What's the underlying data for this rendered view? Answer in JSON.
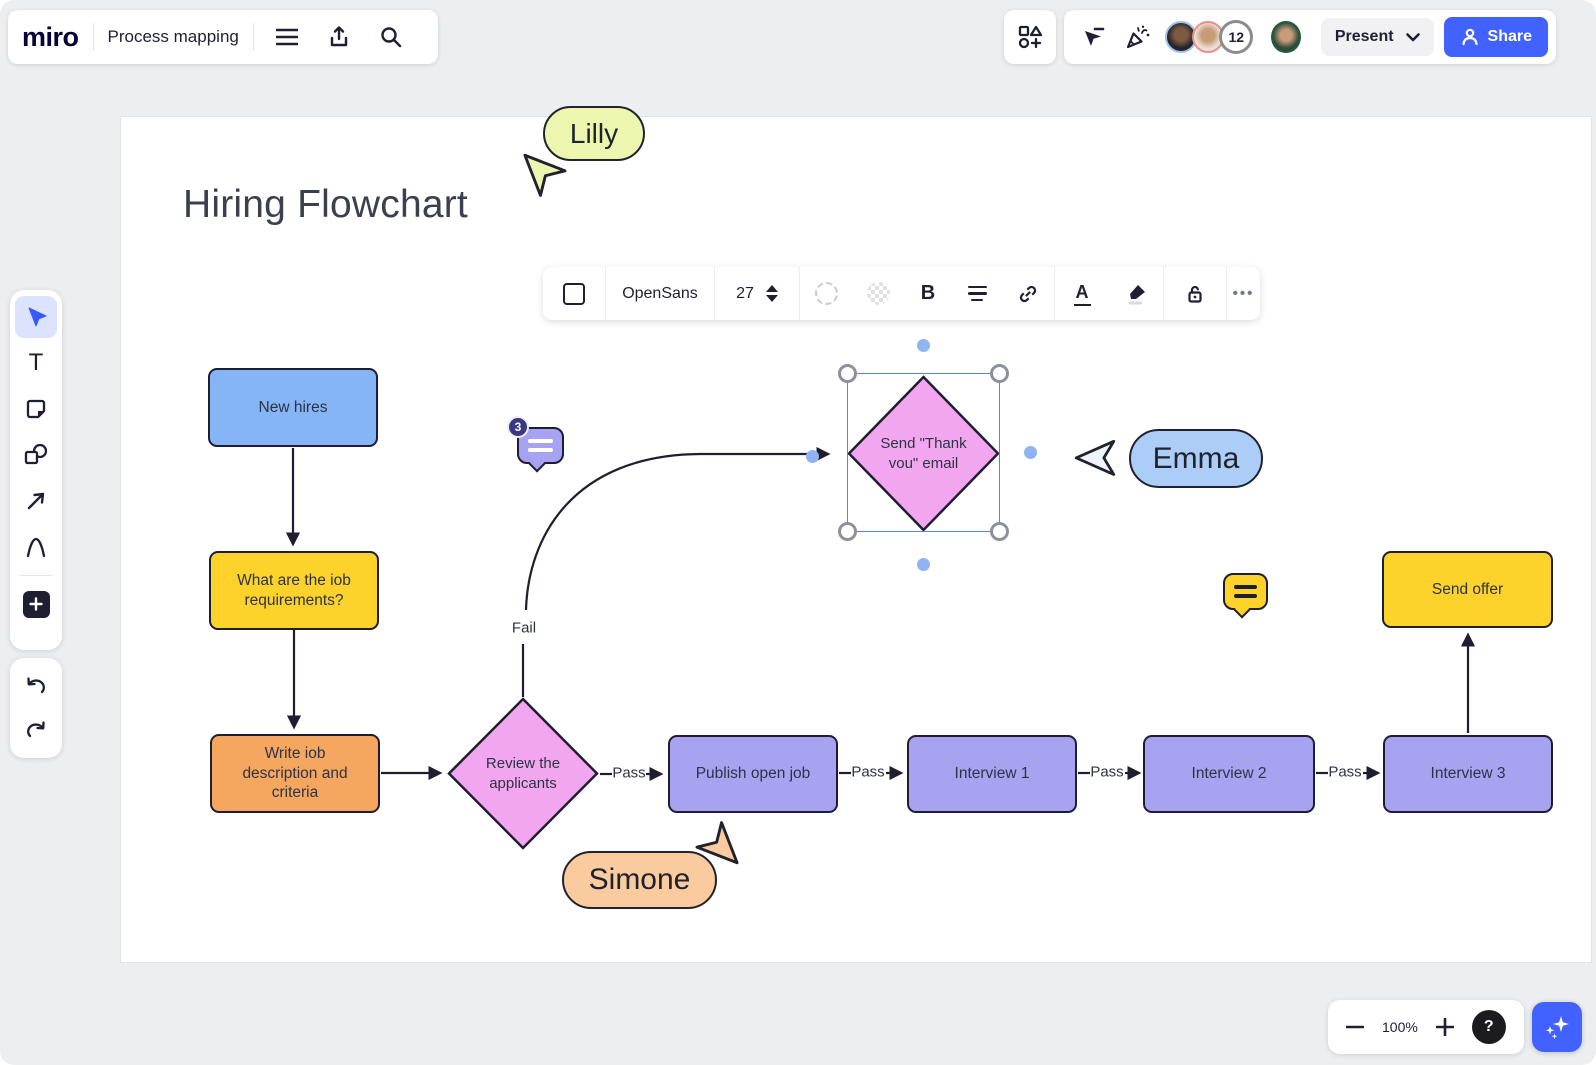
{
  "header": {
    "logo": "miro",
    "board_title": "Process mapping",
    "present_label": "Present",
    "share_label": "Share",
    "participant_count": "12"
  },
  "tools": {
    "text_tool_glyph": "T"
  },
  "context_toolbar": {
    "font_name": "OpenSans",
    "font_size": "27",
    "bold_glyph": "B",
    "text_color_glyph": "A",
    "more_glyph": "•••"
  },
  "canvas": {
    "frame_title": "Hiring Flowchart",
    "nodes": {
      "new_hires": "New hires",
      "job_requirements": "What are the iob requirements?",
      "write_job_description": "Write iob description and criteria",
      "review_applicants": "Review the applicants",
      "send_thank_you": "Send \"Thank vou\" email",
      "publish_open_job": "Publish open job",
      "interview_1": "Interview 1",
      "interview_2": "Interview 2",
      "interview_3": "Interview 3",
      "send_offer": "Send offer"
    },
    "edges": {
      "fail_label": "Fail",
      "pass_label": "Pass"
    },
    "cursors": [
      {
        "name": "Lilly",
        "color": "#EDF6AF"
      },
      {
        "name": "Emma",
        "color": "#ABCDF8"
      },
      {
        "name": "Simone",
        "color": "#F9CB9F"
      }
    ],
    "comments": [
      {
        "badge": "3",
        "color": "#A7A2F2"
      },
      {
        "badge": "",
        "color": "#FCD22B"
      }
    ]
  },
  "zoom_bar": {
    "zoom_level": "100%",
    "help_label": "?"
  },
  "colors": {
    "accent_blue": "#4262FF",
    "node_blue": "#85B5F4",
    "node_yellow": "#FCD22B",
    "node_orange": "#F5A75F",
    "node_purple": "#A7A3F0",
    "node_pink": "#F2A6EF",
    "selection_blue": "#4E86F6"
  }
}
